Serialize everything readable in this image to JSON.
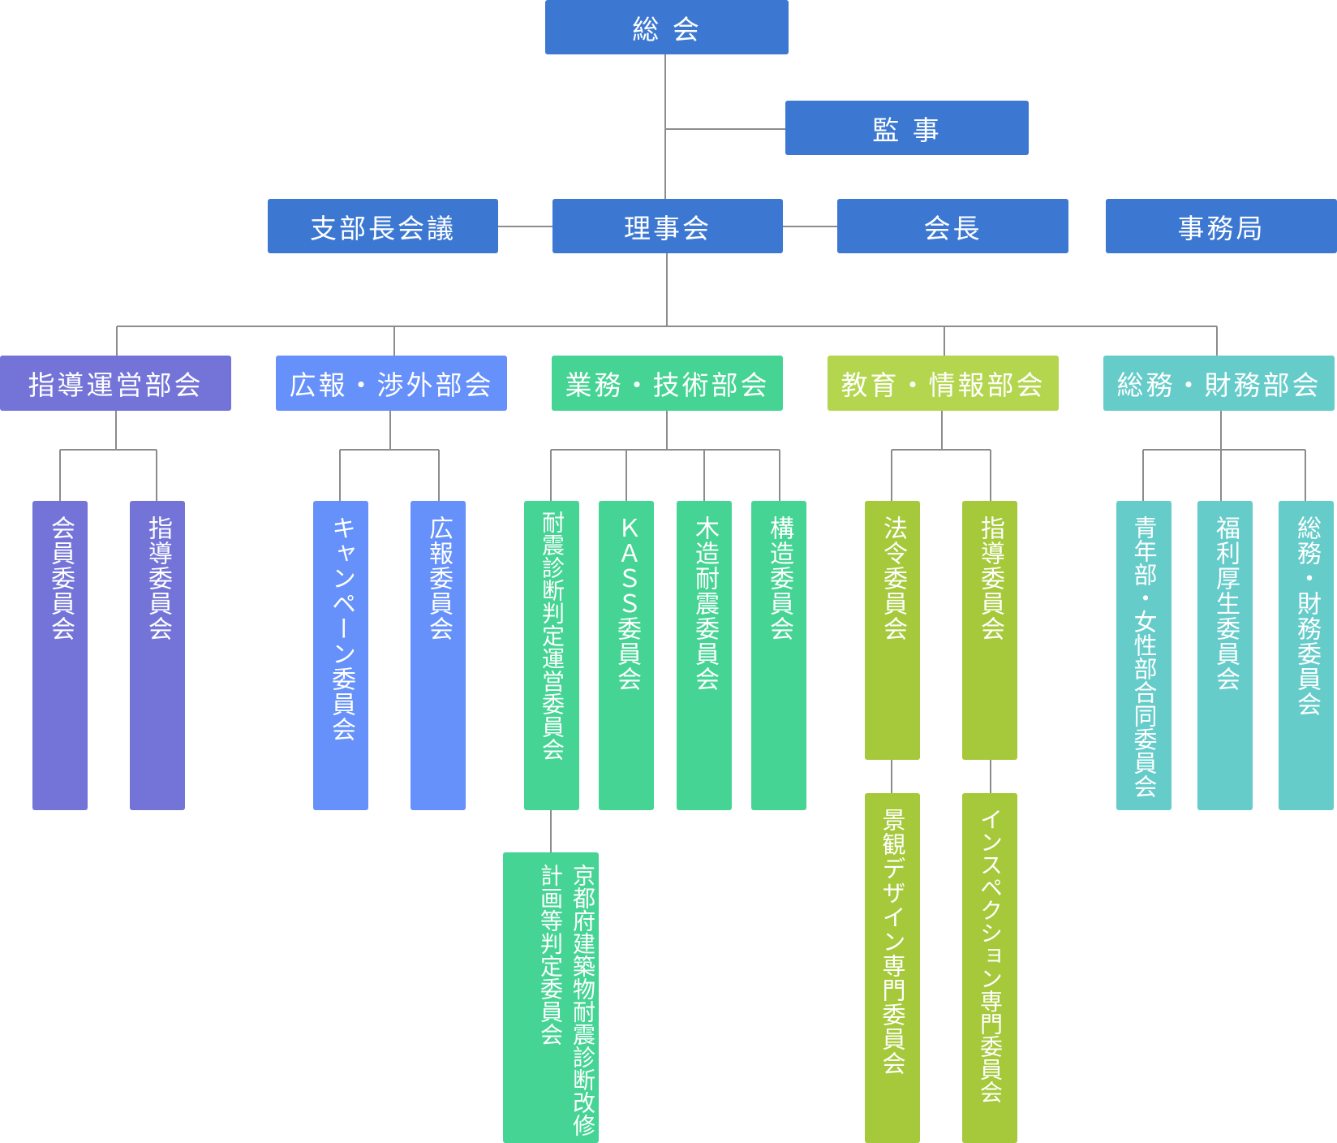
{
  "top": {
    "general_assembly": "総 会",
    "auditor": "監 事"
  },
  "row2": {
    "branch_meeting": "支部長会議",
    "board": "理事会",
    "chairman": "会長",
    "secretariat": "事務局"
  },
  "divisions": {
    "guidance": {
      "label": "指導運営部会",
      "committees": [
        "会員委員会",
        "指導委員会"
      ]
    },
    "pr": {
      "label": "広報・渉外部会",
      "committees": [
        "キャンペーン委員会",
        "広報委員会"
      ]
    },
    "business": {
      "label": "業務・技術部会",
      "committees": [
        "耐震診断判定運営委員会",
        "ＫＡＳＳ委員会",
        "木造耐震委員会",
        "構造委員会"
      ],
      "sub": "京都府建築物耐震診断改修計画等判定委員会"
    },
    "education": {
      "label": "教育・情報部会",
      "committees": [
        "法令委員会",
        "指導委員会"
      ],
      "subs": [
        "景観デザイン専門委員会",
        "インスペクション専門委員会"
      ]
    },
    "general": {
      "label": "総務・財務部会",
      "committees": [
        "青年部・女性部合同委員会",
        "福利厚生委員会",
        "総務・財務委員会"
      ]
    }
  },
  "colors": {
    "top": "#3c78d2",
    "guidance": "#7474d8",
    "pr": "#6690fa",
    "business": "#45d493",
    "education": "#b4d64e",
    "education_committees": "#a5c93b",
    "general": "#65ccc9",
    "connector": "#8c8c8c"
  }
}
